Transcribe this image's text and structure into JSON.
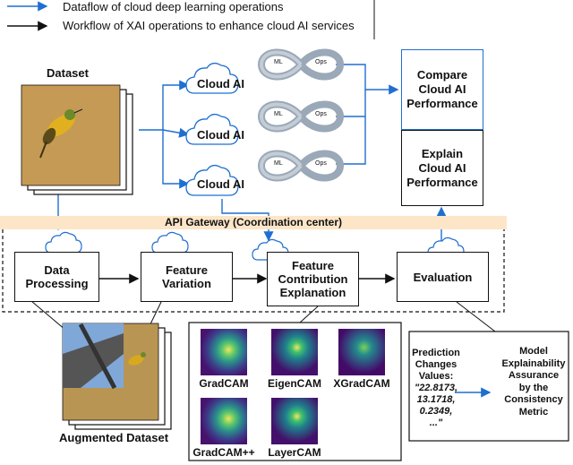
{
  "legend": {
    "dataflow": "Dataflow of cloud deep learning operations",
    "workflow": "Workflow of XAI operations to enhance cloud AI services",
    "dataflow_color": "#1f6fd1",
    "workflow_color": "#111111"
  },
  "dataset": {
    "title": "Dataset"
  },
  "cloud_ai": [
    {
      "label": "Cloud AI",
      "ml": "ML",
      "ops": "Ops"
    },
    {
      "label": "Cloud AI",
      "ml": "ML",
      "ops": "Ops"
    },
    {
      "label": "Cloud AI",
      "ml": "ML",
      "ops": "Ops"
    }
  ],
  "compare_box": {
    "line1": "Compare",
    "line2": "Cloud AI",
    "line3": "Performance"
  },
  "explain_box": {
    "line1": "Explain",
    "line2": "Cloud AI",
    "line3": "Performance"
  },
  "gateway": {
    "label": "API Gateway (Coordination center)",
    "color": "#fde6c8"
  },
  "pipeline": {
    "data_processing": {
      "line1": "Data",
      "line2": "Processing"
    },
    "feature_variation": {
      "line1": "Feature",
      "line2": "Variation"
    },
    "feature_contribution": {
      "line1": "Feature",
      "line2": "Contribution",
      "line3": "Explanation"
    },
    "evaluation": {
      "label": "Evaluation"
    }
  },
  "augmented": {
    "title": "Augmented Dataset"
  },
  "cams": [
    "GradCAM",
    "EigenCAM",
    "XGradCAM",
    "GradCAM++",
    "LayerCAM"
  ],
  "prediction": {
    "line1": "Prediction",
    "line2": "Changes",
    "line3": "Values:",
    "line4": "\"22.8173,",
    "line5": "13.1718,",
    "line6": "0.2349,",
    "line7": "...\""
  },
  "model_box": {
    "line1": "Model",
    "line2": "Explainability",
    "line3": "Assurance",
    "line4": "by the",
    "line5": "Consistency",
    "line6": "Metric"
  }
}
